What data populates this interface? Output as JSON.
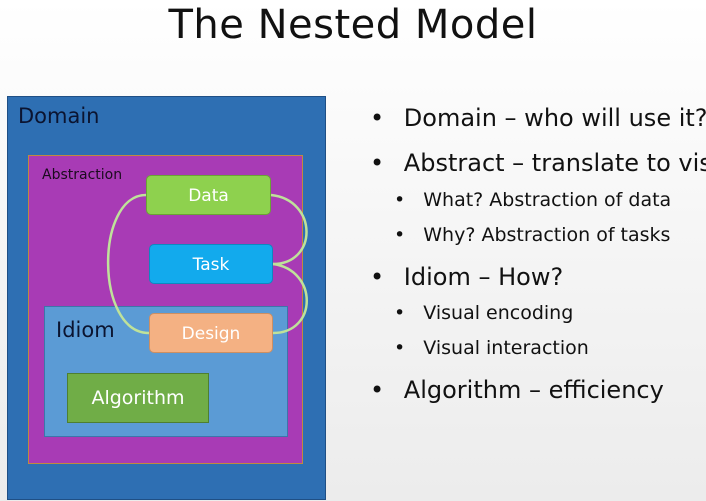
{
  "slide": {
    "title": "The Nested Model"
  },
  "diagram": {
    "domain_label": "Domain",
    "abstraction_label": "Abstraction",
    "idiom_label": "Idiom",
    "algorithm_label": "Algorithm",
    "nodes": {
      "data": "Data",
      "task": "Task",
      "design": "Design"
    },
    "colors": {
      "domain": "#2e6fb3",
      "abstraction": "#a83bb5",
      "idiom": "#5b9bd5",
      "algorithm": "#70ad47",
      "data": "#8ed14e",
      "task": "#12aaed",
      "design": "#f4b183",
      "connector": "#bfe29a"
    }
  },
  "bullets": {
    "marker": "•",
    "items": [
      {
        "text": "Domain – who will use it?"
      },
      {
        "text": "Abstract – translate to vis"
      },
      {
        "text": "What?  Abstraction of data"
      },
      {
        "text": "Why?  Abstraction of tasks"
      },
      {
        "text": "Idiom – How?"
      },
      {
        "text": "Visual encoding"
      },
      {
        "text": "Visual interaction"
      },
      {
        "text": "Algorithm – efficiency"
      }
    ]
  }
}
